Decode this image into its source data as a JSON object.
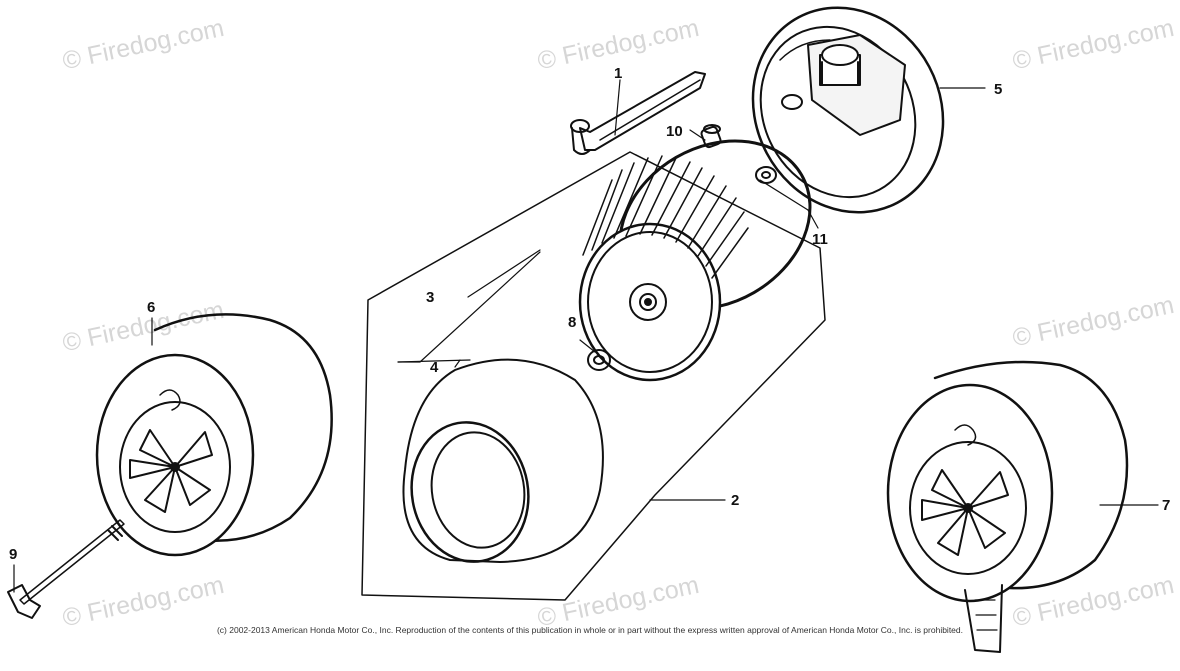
{
  "watermarks": [
    "© Firedog.com",
    "© Firedog.com",
    "© Firedog.com",
    "© Firedog.com",
    "© Firedog.com",
    "© Firedog.com",
    "© Firedog.com",
    "© Firedog.com"
  ],
  "callouts": {
    "c1": "1",
    "c2": "2",
    "c3": "3",
    "c4": "4",
    "c5": "5",
    "c6": "6",
    "c7": "7",
    "c8": "8",
    "c9": "9",
    "c10": "10",
    "c11": "11"
  },
  "copyright": "(c) 2002-2013 American Honda Motor Co., Inc. Reproduction of the contents of this publication in whole or in part without the express written approval of American Honda Motor Co., Inc. is prohibited."
}
